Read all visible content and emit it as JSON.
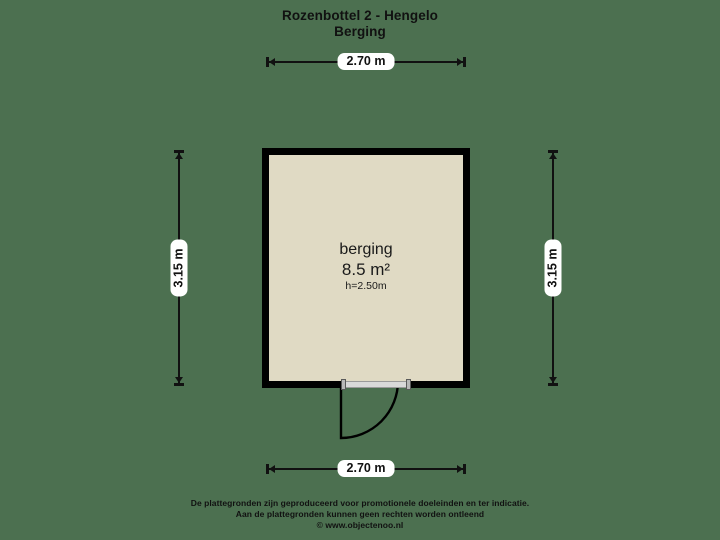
{
  "title": {
    "line1": "Rozenbottel 2 - Hengelo",
    "line2": "Berging"
  },
  "room": {
    "name": "berging",
    "area": "8.5 m²",
    "height": "h=2.50m"
  },
  "dimensions": {
    "top": "2.70 m",
    "bottom": "2.70 m",
    "left": "3.15 m",
    "right": "3.15 m"
  },
  "footer": {
    "line1": "De plattegronden zijn geproduceerd voor promotionele doeleinden en ter indicatie.",
    "line2": "Aan de plattegronden kunnen geen rechten worden ontleend",
    "line3": "© www.objectenoo.nl"
  },
  "colors": {
    "background": "#4c7050",
    "wall": "#000000",
    "floor": "#e0dac4",
    "ink": "#111111",
    "label_chip": "#ffffff"
  }
}
